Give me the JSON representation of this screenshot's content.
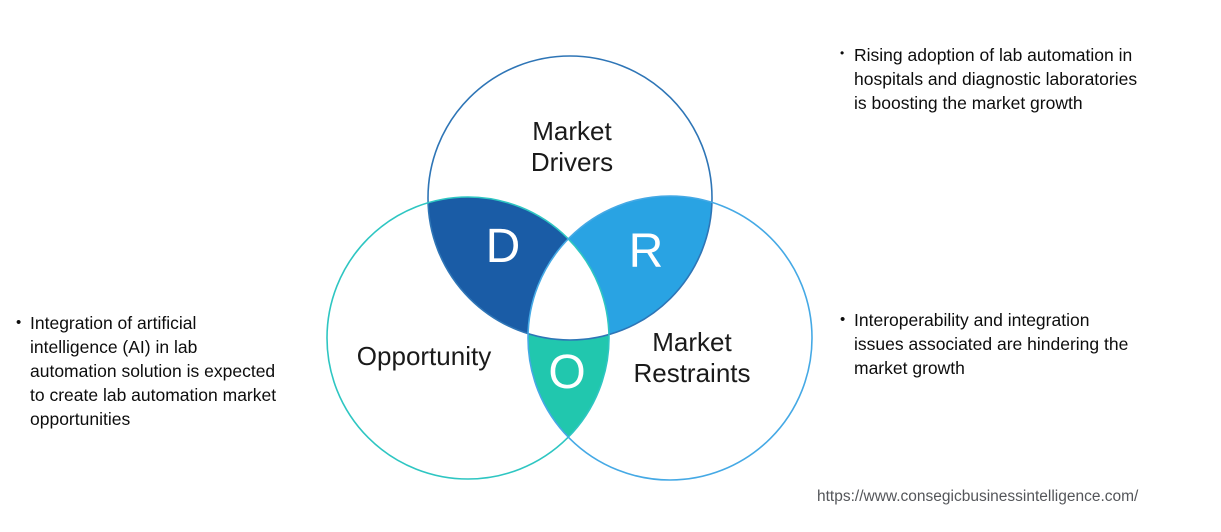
{
  "page": {
    "background": "#FFFFFF"
  },
  "diagram": {
    "type": "venn",
    "center_fill": "#FFFFFF",
    "letter_color": "#FFFFFF",
    "label_color": "#1A1A1A",
    "circles": [
      {
        "id": "drivers",
        "label": "Market\nDrivers",
        "letter": "D",
        "lens_fill": "#1A5CA6",
        "outline": "#2E75B6"
      },
      {
        "id": "opportunity",
        "label": "Opportunity",
        "letter": "O",
        "lens_fill": "#21C7AE",
        "outline": "#2EC6C2"
      },
      {
        "id": "restraints",
        "label": "Market\nRestraints",
        "letter": "R",
        "lens_fill": "#29A3E3",
        "outline": "#45A9E5"
      }
    ]
  },
  "bullets": {
    "left": {
      "marker": "•",
      "text": "Integration of artificial\nintelligence (AI) in lab\nautomation solution is expected\nto create lab automation market\nopportunities"
    },
    "right_top": {
      "marker": "•",
      "text": "Rising adoption of lab automation in\nhospitals and diagnostic laboratories\nis boosting the market growth"
    },
    "right_bottom": {
      "marker": "•",
      "text": "Interoperability and integration\nissues associated are hindering the\nmarket growth"
    }
  },
  "footer": {
    "url": "https://www.consegicbusinessintelligence.com/"
  }
}
